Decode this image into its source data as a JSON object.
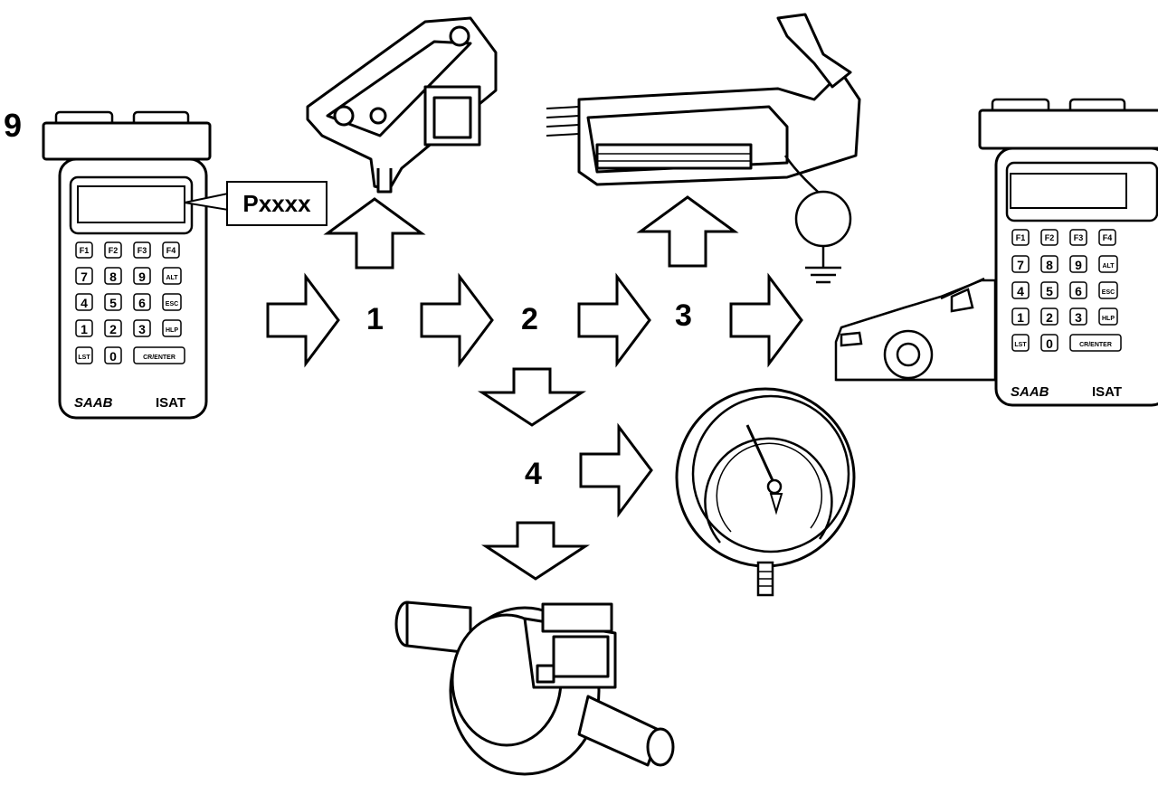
{
  "figure": {
    "number": "9",
    "display_code": "Pxxxx",
    "steps": [
      "1",
      "2",
      "3",
      "4"
    ]
  },
  "tester": {
    "keys_row1": [
      "F1",
      "F2",
      "F3",
      "F4"
    ],
    "keys_row2": [
      "7",
      "8",
      "9",
      "ALT"
    ],
    "keys_row3": [
      "4",
      "5",
      "6",
      "ESC"
    ],
    "keys_row4": [
      "1",
      "2",
      "3",
      "HLP"
    ],
    "key_lst": "LST",
    "key_zero": "0",
    "key_enter": "CR/ENTER",
    "brand": "SAAB",
    "model": "ISAT"
  },
  "icons": [
    "scan-tool-icon",
    "map-sensor-icon",
    "ecu-connector-icon",
    "ground-symbol-icon",
    "car-icon",
    "vacuum-gauge-icon",
    "purge-valve-icon"
  ],
  "colors": {
    "ink": "#000000",
    "paper": "#ffffff"
  }
}
